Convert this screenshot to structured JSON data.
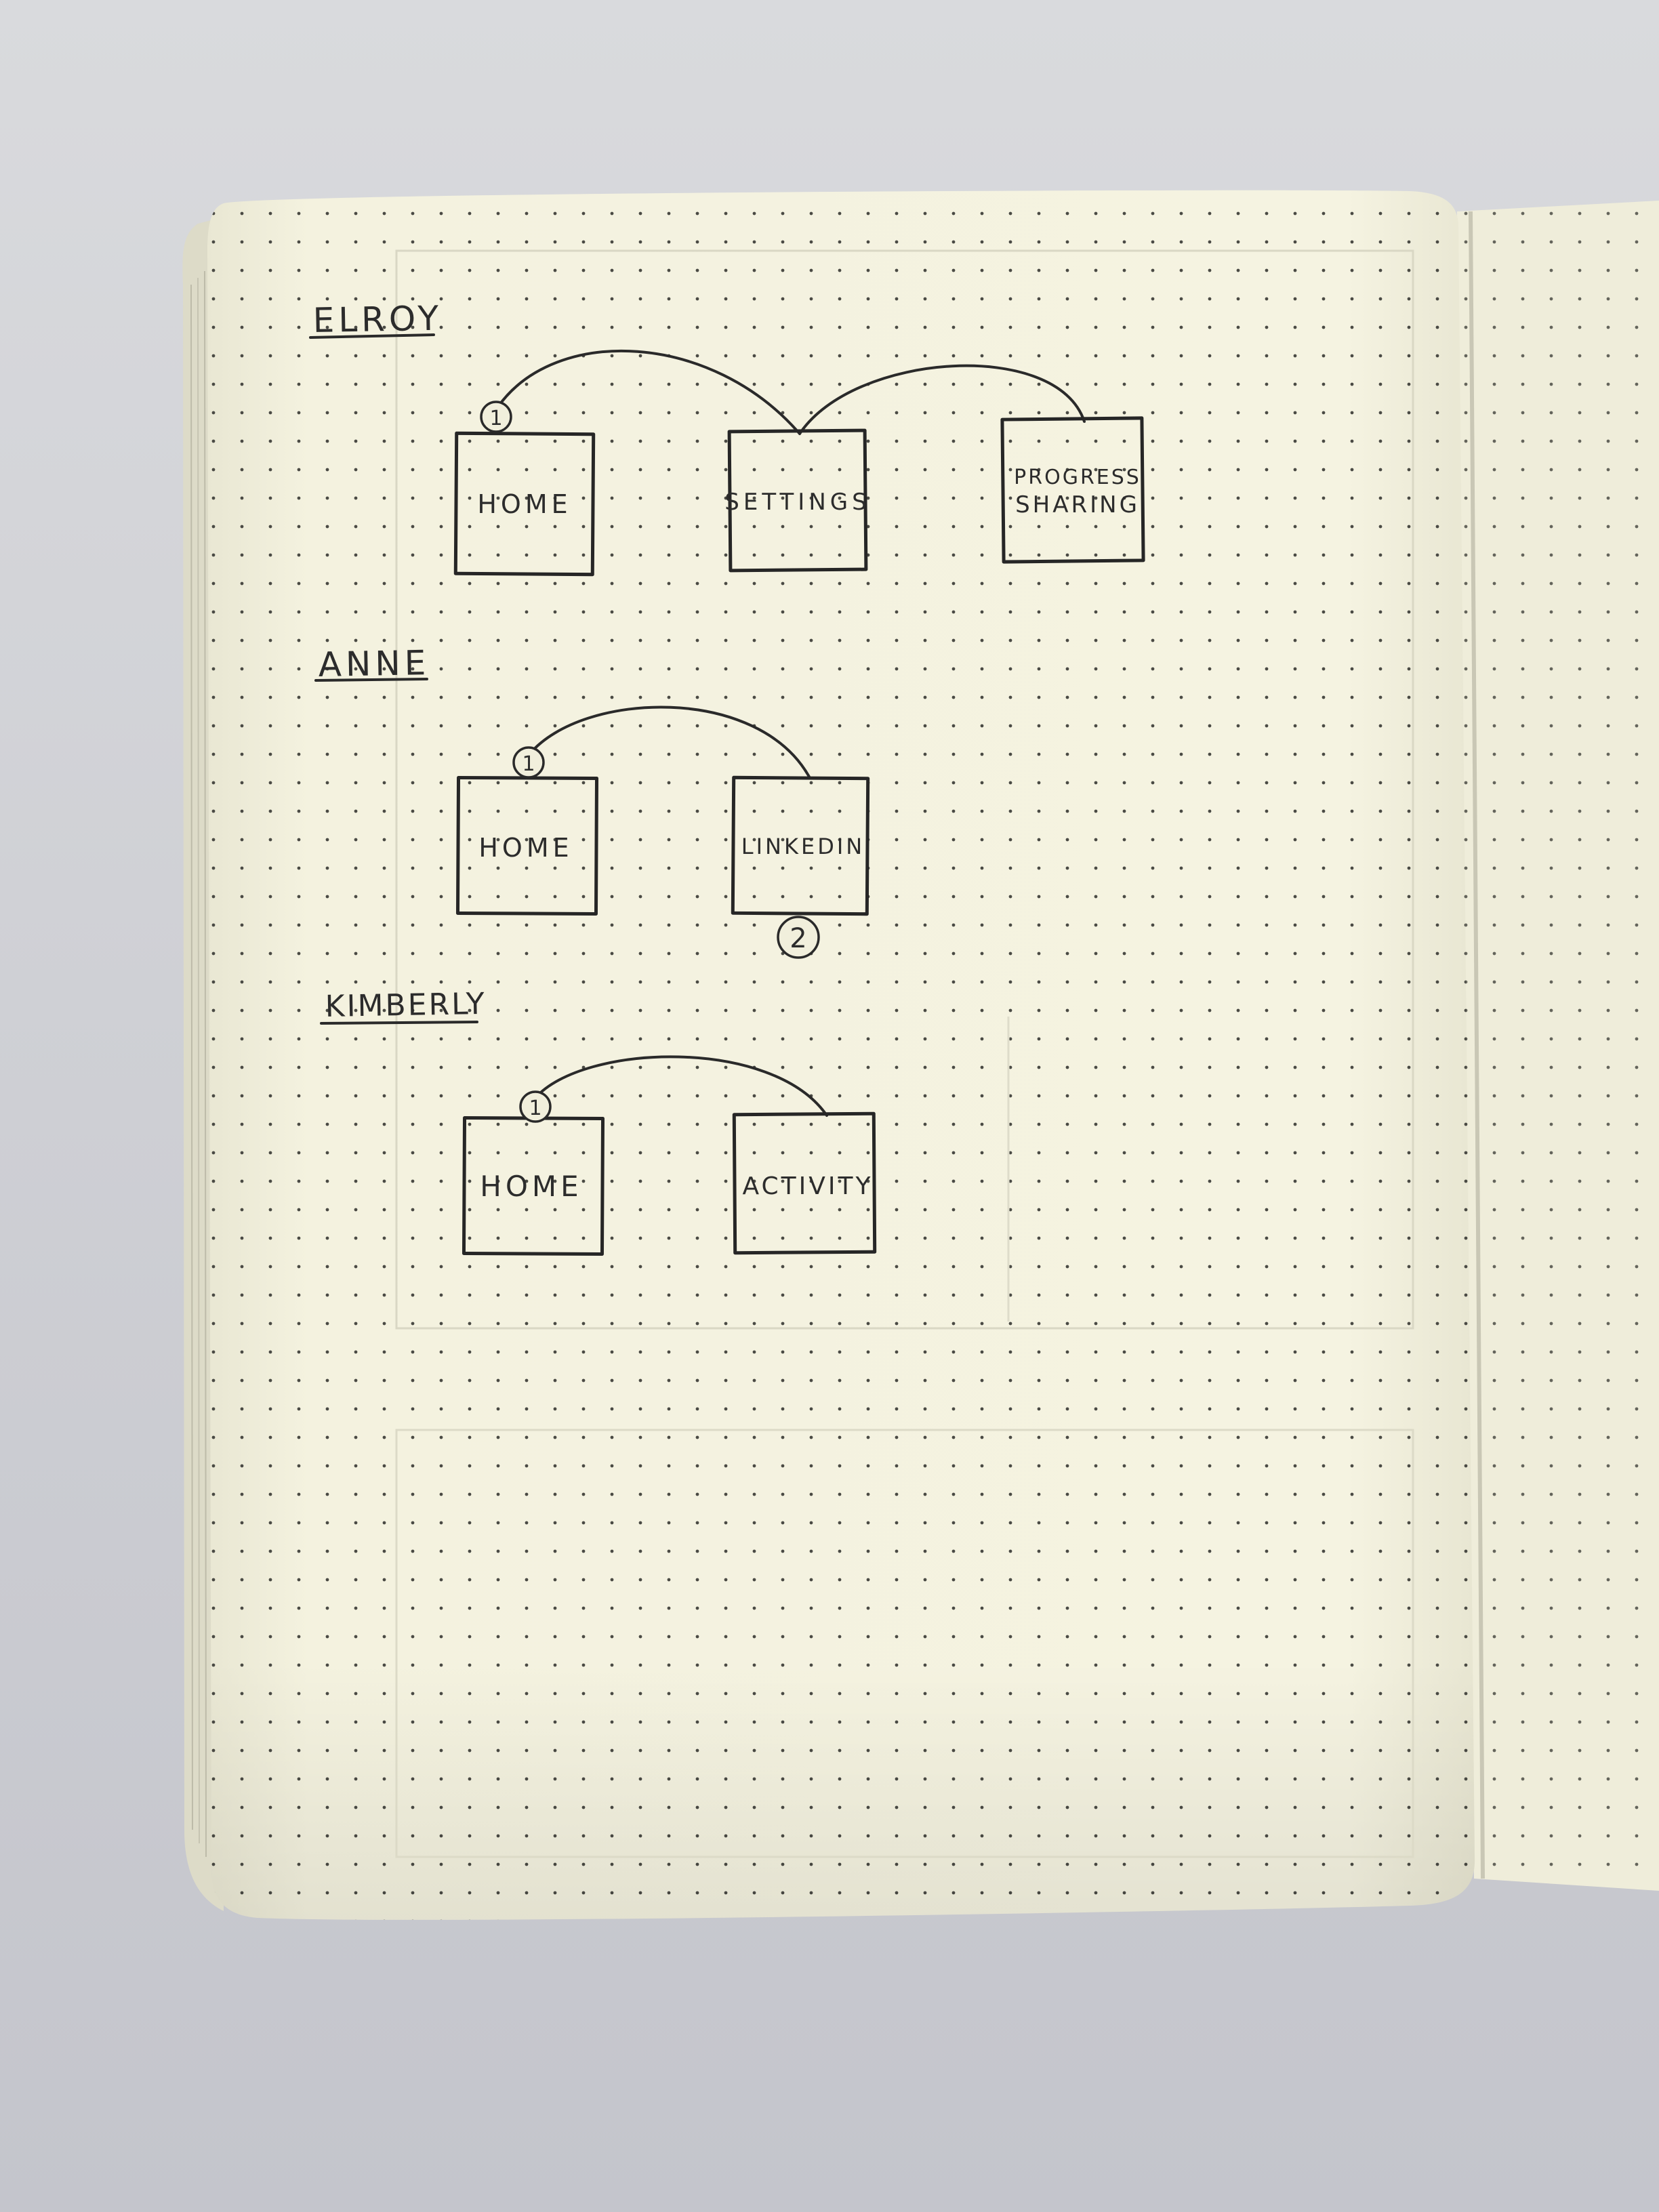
{
  "notebook": {
    "paper_color": "#f3f1de",
    "ink_color": "#262626",
    "background_color": "#d2d3d8"
  },
  "sections": [
    {
      "id": "elroy",
      "heading": "ELROY",
      "screens": [
        {
          "label": "HOME",
          "marker": "1"
        },
        {
          "label": "SETTINGS"
        },
        {
          "label_lines": [
            "PROGRESS",
            "SHARING"
          ]
        }
      ],
      "flows": [
        "HOME → SETTINGS",
        "SETTINGS → PROGRESS SHARING"
      ]
    },
    {
      "id": "anne",
      "heading": "ANNE",
      "screens": [
        {
          "label": "HOME",
          "marker": "1"
        },
        {
          "label": "LINKEDIN",
          "marker": "2"
        }
      ],
      "flows": [
        "HOME → LINKEDIN"
      ]
    },
    {
      "id": "kimberly",
      "heading": "KIMBERLY",
      "screens": [
        {
          "label": "HOME",
          "marker": "1"
        },
        {
          "label": "ACTIVITY"
        }
      ],
      "flows": [
        "HOME → ACTIVITY"
      ]
    }
  ]
}
